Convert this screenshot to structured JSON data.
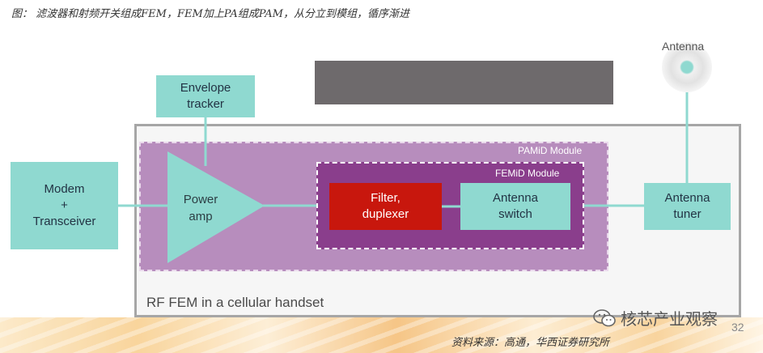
{
  "caption": "图：  滤波器和射频开关组成FEM，FEM加上PA组成PAM，从分立到模组，循序渐进",
  "blocks": {
    "envelope_tracker": [
      "Envelope",
      "tracker"
    ],
    "modem": [
      "Modem",
      "+",
      "Transceiver"
    ],
    "power_amp": [
      "Power",
      "amp"
    ],
    "filter_duplexer": [
      "Filter,",
      "duplexer"
    ],
    "antenna_switch": [
      "Antenna",
      "switch"
    ],
    "antenna_tuner": [
      "Antenna",
      "tuner"
    ],
    "antenna": "Antenna"
  },
  "modules": {
    "pamid": "PAMiD Module",
    "femid": "FEMiD Module",
    "handset": "RF FEM in a cellular handset"
  },
  "footer": {
    "source": "资料来源：高通，华西证券研究所",
    "watermark": "核芯产业观察",
    "page_number": "32"
  },
  "colors": {
    "teal": "#8fd9d0",
    "pamid_purple": "#b78dbd",
    "femid_purple": "#8a3e8c",
    "filter_red": "#c8170d",
    "dark_bar": "#6e6a6c"
  }
}
